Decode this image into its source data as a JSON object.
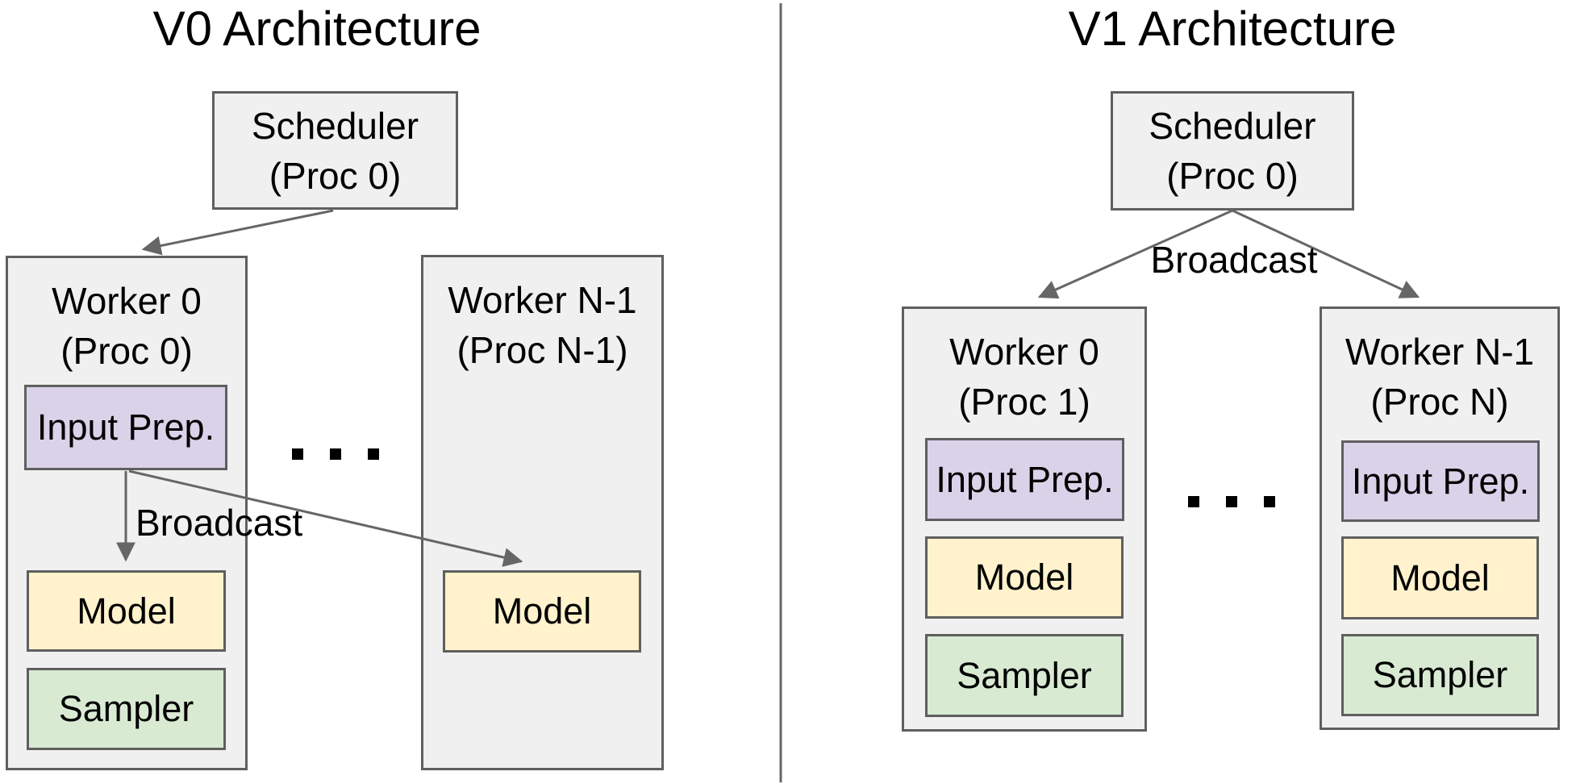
{
  "diagrams": {
    "v0": {
      "title": "V0 Architecture",
      "scheduler": {
        "line1": "Scheduler",
        "line2": "(Proc 0)"
      },
      "worker0": {
        "line1": "Worker 0",
        "line2": "(Proc 0)"
      },
      "workerN": {
        "line1": "Worker N-1",
        "line2": "(Proc N-1)"
      },
      "input_prep_label": "Input Prep.",
      "model_label": "Model",
      "workerN_model_label": "Model",
      "sampler_label": "Sampler",
      "broadcast_label": "Broadcast",
      "ellipsis": ". . ."
    },
    "v1": {
      "title": "V1 Architecture",
      "scheduler": {
        "line1": "Scheduler",
        "line2": "(Proc 0)"
      },
      "worker0": {
        "line1": "Worker 0",
        "line2": "(Proc 1)"
      },
      "workerN": {
        "line1": "Worker N-1",
        "line2": "(Proc N)"
      },
      "worker0_input_prep_label": "Input Prep.",
      "worker0_model_label": "Model",
      "worker0_sampler_label": "Sampler",
      "workerN_input_prep_label": "Input Prep.",
      "workerN_model_label": "Model",
      "workerN_sampler_label": "Sampler",
      "broadcast_label": "Broadcast",
      "ellipsis": ". . ."
    }
  },
  "colors": {
    "container_fill": "#f0f0f0",
    "input_prep_fill": "#d9d2e9",
    "model_fill": "#fff2cc",
    "sampler_fill": "#d9ead3",
    "border": "#5f5f5f",
    "arrow": "#666666",
    "text": "#000000",
    "background": "#ffffff"
  }
}
